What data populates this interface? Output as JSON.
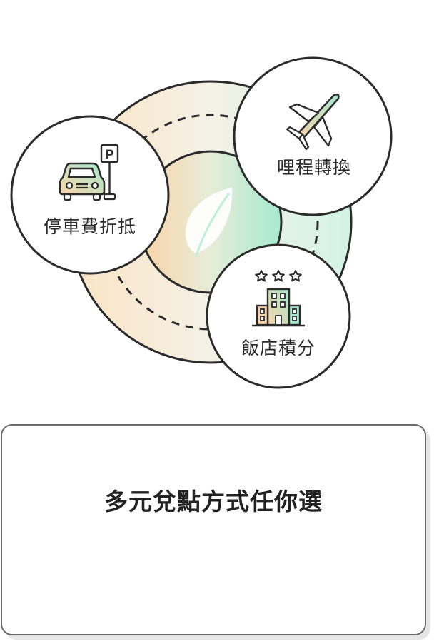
{
  "bubbles": {
    "parking": {
      "label": "停車費折抵",
      "icon": "car-parking-icon"
    },
    "miles": {
      "label": "哩程轉換",
      "icon": "airplane-icon"
    },
    "hotel": {
      "label": "飯店積分",
      "icon": "hotel-icon"
    }
  },
  "center_icon": "leaf-icon",
  "parking_sign_text": "P",
  "card": {
    "title": "多元兌點方式任你選"
  },
  "colors": {
    "stroke": "#2b2b2b",
    "green": "#a8e8cf",
    "peach": "#f9d9b4",
    "card_border": "#6b6b6b"
  }
}
